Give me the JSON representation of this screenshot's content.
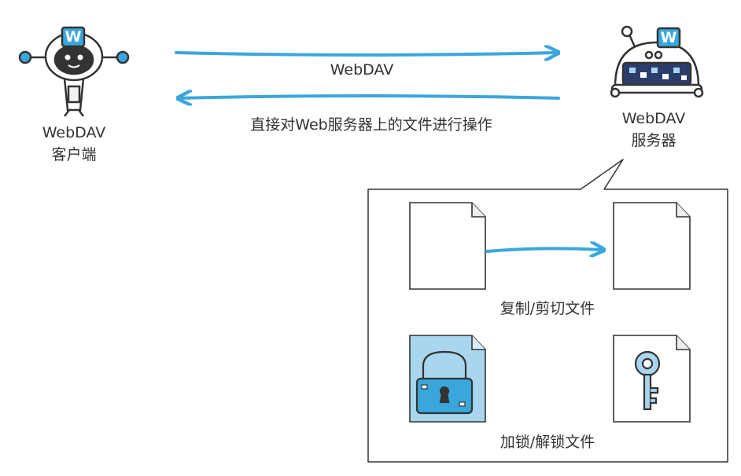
{
  "client": {
    "name": "WebDAV",
    "role": "客户端",
    "badge": "W"
  },
  "server": {
    "name": "WebDAV",
    "role": "服务器",
    "badge": "W"
  },
  "arrows": {
    "top_label": "WebDAV",
    "bottom_label": "直接对Web服务器上的文件进行操作"
  },
  "panel": {
    "copy_caption": "复制/剪切文件",
    "lock_caption": "加锁/解锁文件"
  },
  "colors": {
    "accent": "#3aa7dc",
    "lock_fill": "#a9d6ee",
    "robot_dark": "#2b3e6b",
    "ink": "#333333"
  }
}
